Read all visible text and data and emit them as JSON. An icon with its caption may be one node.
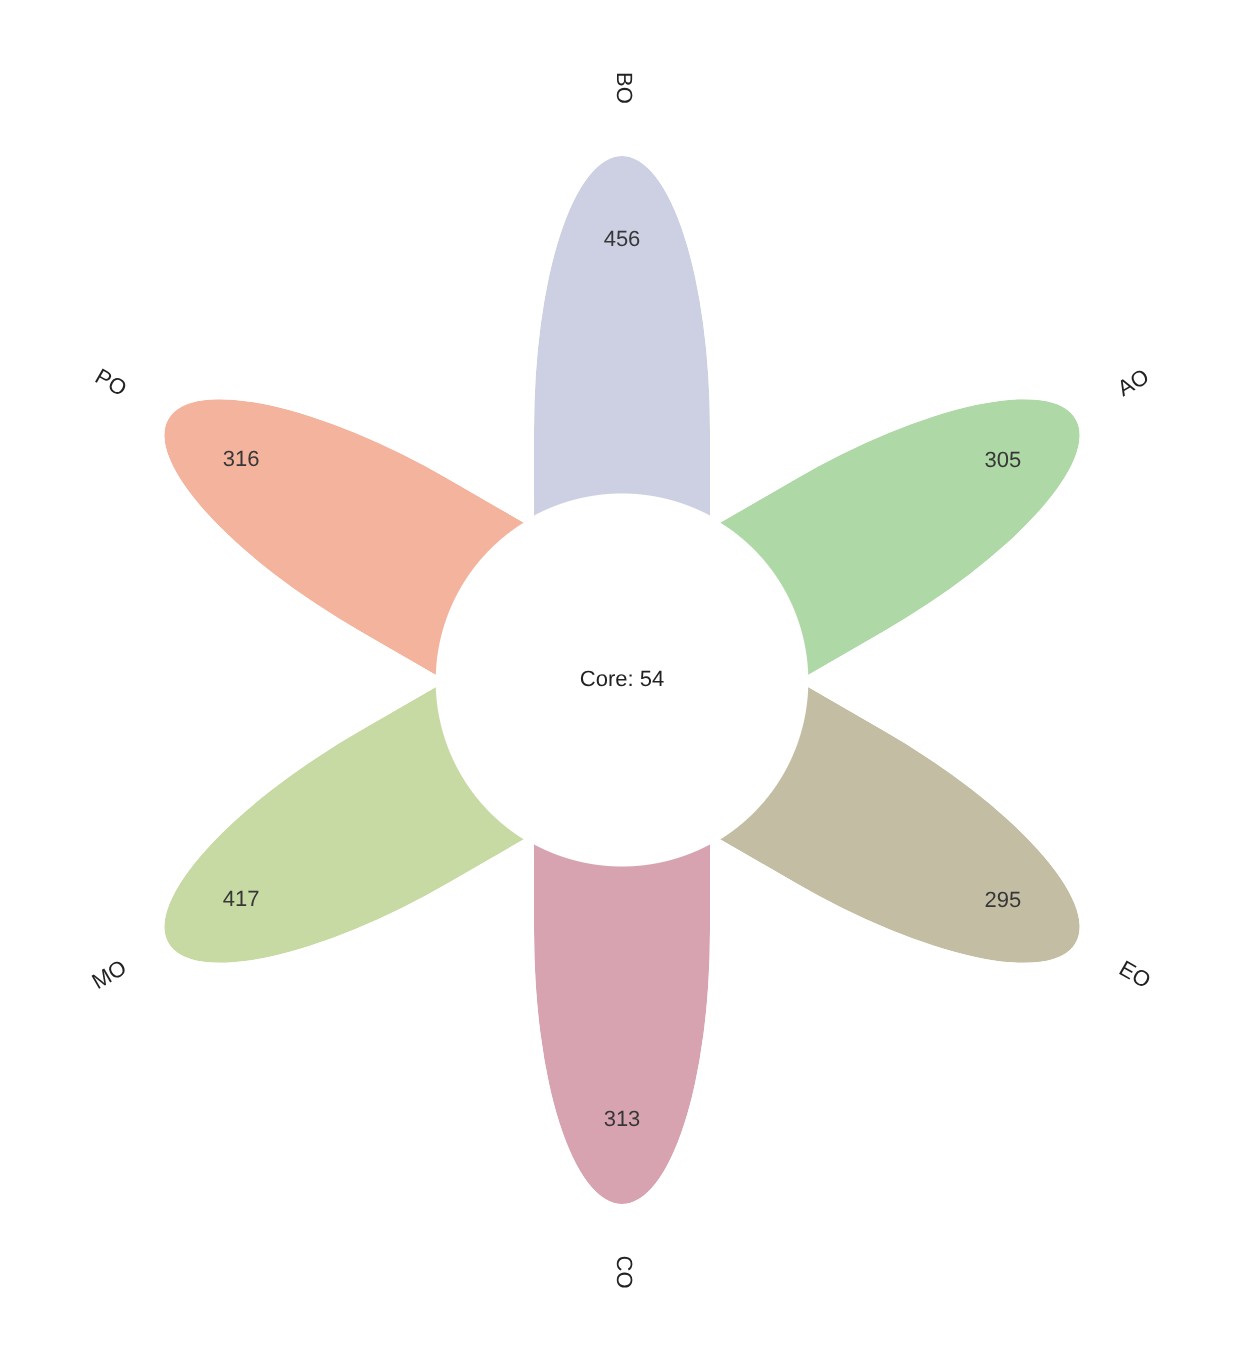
{
  "diagram": {
    "nodes": [
      {
        "text": [
          "456"
        ],
        "beside": [
          "BO"
        ]
      },
      {
        "text": [
          "305"
        ],
        "beside": [
          "AO"
        ]
      },
      {
        "text": [
          "295"
        ],
        "beside": [
          "EO"
        ]
      },
      {
        "text": [
          "313"
        ],
        "beside": [
          "CO"
        ]
      },
      {
        "text": [
          "417"
        ],
        "beside": [
          "MO"
        ]
      },
      {
        "text": [
          "316"
        ],
        "beside": [
          "PO"
        ]
      },
      {
        "text": [
          "Core: 54"
        ]
      }
    ]
  }
}
